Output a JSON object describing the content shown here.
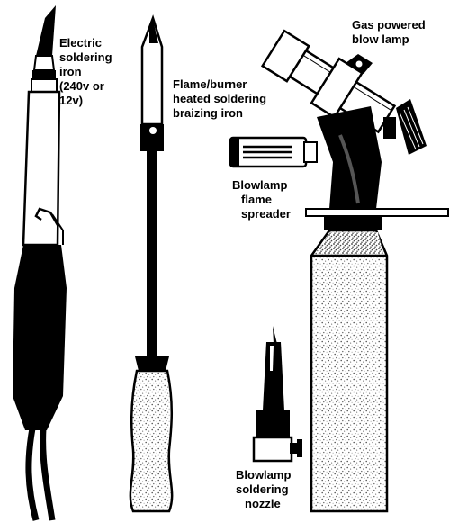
{
  "labels": {
    "electric_iron": [
      "Electric",
      "soldering",
      "iron",
      "(240v or",
      "12v)"
    ],
    "flame_iron": [
      "Flame/burner",
      "heated soldering",
      "braizing iron"
    ],
    "blow_lamp": [
      "Gas powered",
      "blow lamp"
    ],
    "spreader": [
      "Blowlamp",
      "flame",
      "spreader"
    ],
    "nozzle": [
      "Blowlamp",
      "soldering",
      "nozzle"
    ]
  },
  "colors": {
    "ink": "#000000",
    "paper": "#ffffff",
    "speckle": "#6b6b6b"
  }
}
